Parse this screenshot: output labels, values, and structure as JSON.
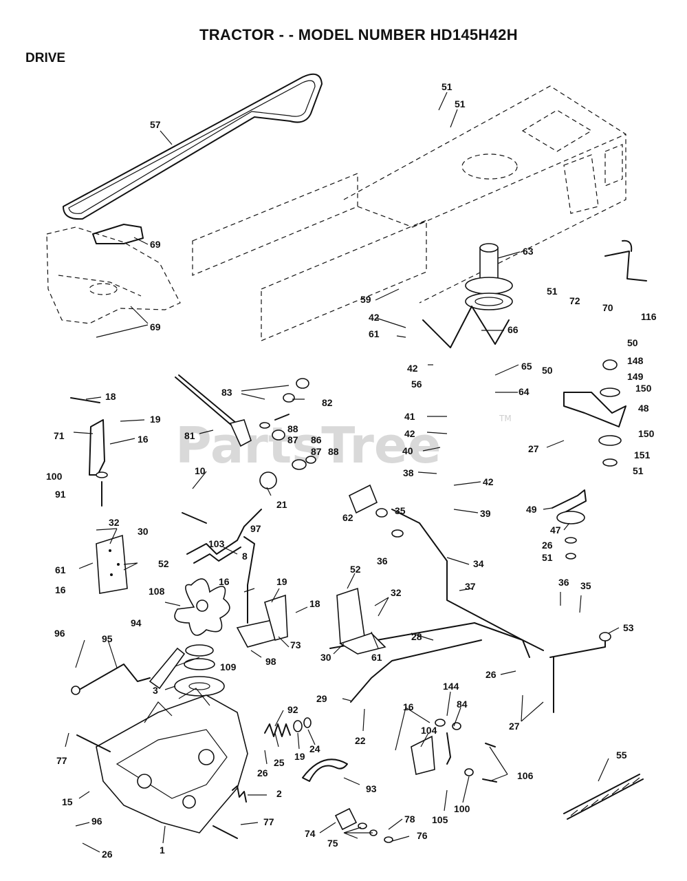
{
  "header": {
    "title": "TRACTOR - - MODEL NUMBER HD145H42H",
    "section": "DRIVE"
  },
  "watermark": {
    "text": "PartsTree",
    "tm": "TM"
  },
  "colors": {
    "ink": "#111111",
    "watermark": "#d9d9d9",
    "background": "#ffffff"
  },
  "callouts": [
    "57",
    "69",
    "69",
    "51",
    "51",
    "63",
    "51",
    "72",
    "70",
    "116",
    "59",
    "66",
    "42",
    "61",
    "42",
    "56",
    "65",
    "50",
    "148",
    "149",
    "150",
    "48",
    "50",
    "64",
    "83",
    "82",
    "18",
    "19",
    "71",
    "16",
    "81",
    "88",
    "87",
    "86",
    "87",
    "88",
    "41",
    "42",
    "40",
    "38",
    "42",
    "39",
    "27",
    "150",
    "151",
    "51",
    "100",
    "91",
    "10",
    "21",
    "8",
    "49",
    "47",
    "26",
    "51",
    "32",
    "30",
    "52",
    "61",
    "16",
    "103",
    "97",
    "62",
    "35",
    "36",
    "34",
    "108",
    "94",
    "16",
    "19",
    "18",
    "73",
    "52",
    "32",
    "37",
    "36",
    "35",
    "96",
    "95",
    "109",
    "98",
    "30",
    "61",
    "28",
    "53",
    "3",
    "29",
    "26",
    "92",
    "144",
    "84",
    "16",
    "104",
    "77",
    "26",
    "25",
    "19",
    "24",
    "22",
    "27",
    "106",
    "15",
    "2",
    "93",
    "55",
    "96",
    "77",
    "1",
    "26",
    "105",
    "100",
    "78",
    "74",
    "75",
    "76"
  ]
}
